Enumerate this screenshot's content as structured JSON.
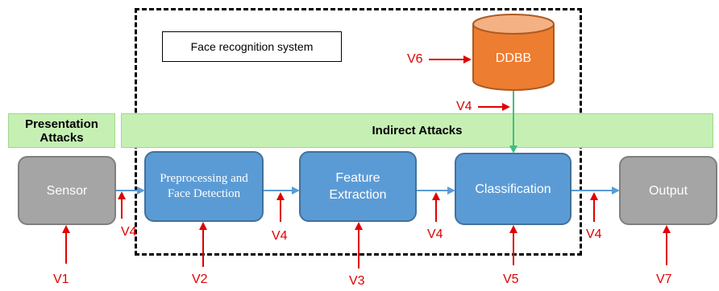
{
  "system_label": "Face recognition system",
  "presentation_attacks": "Presentation Attacks",
  "indirect_attacks": "Indirect Attacks",
  "database": "DDBB",
  "blocks": {
    "sensor": "Sensor",
    "preprocessing": "Preprocessing and Face Detection",
    "feature": "Feature Extraction",
    "classification": "Classification",
    "output": "Output"
  },
  "vulnerabilities": {
    "v1": "V1",
    "v2": "V2",
    "v3": "V3",
    "v4": "V4",
    "v5": "V5",
    "v6": "V6",
    "v7": "V7"
  },
  "colors": {
    "block_blue": "#5b9bd5",
    "block_gray": "#a5a5a5",
    "database_orange": "#ed7d31",
    "attack_red": "#e00000",
    "attack_banner_green": "#c6efb4"
  }
}
